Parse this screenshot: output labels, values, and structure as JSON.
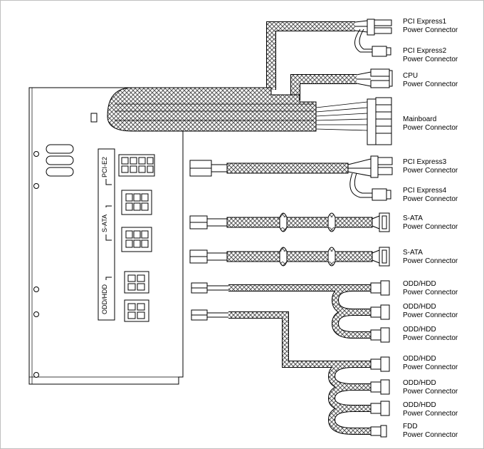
{
  "psu": {
    "modular_port_labels": [
      "PCI-E2",
      "S-ATA",
      "ODD/HDD"
    ]
  },
  "connectors": [
    {
      "id": "pcie1",
      "name": "PCI Express1",
      "kind": "Power Connector"
    },
    {
      "id": "pcie2",
      "name": "PCI Express2",
      "kind": "Power Connector"
    },
    {
      "id": "cpu",
      "name": "CPU",
      "kind": "Power Connector"
    },
    {
      "id": "mainboard",
      "name": "Mainboard",
      "kind": "Power Connector"
    },
    {
      "id": "pcie3",
      "name": "PCI Express3",
      "kind": "Power Connector"
    },
    {
      "id": "pcie4",
      "name": "PCI Express4",
      "kind": "Power Connector"
    },
    {
      "id": "sata1",
      "name": "S-ATA",
      "kind": "Power Connector"
    },
    {
      "id": "sata2",
      "name": "S-ATA",
      "kind": "Power Connector"
    },
    {
      "id": "odd1",
      "name": "ODD/HDD",
      "kind": "Power Connector"
    },
    {
      "id": "odd2",
      "name": "ODD/HDD",
      "kind": "Power Connector"
    },
    {
      "id": "odd3",
      "name": "ODD/HDD",
      "kind": "Power Connector"
    },
    {
      "id": "odd4",
      "name": "ODD/HDD",
      "kind": "Power Connector"
    },
    {
      "id": "odd5",
      "name": "ODD/HDD",
      "kind": "Power Connector"
    },
    {
      "id": "odd6",
      "name": "ODD/HDD",
      "kind": "Power Connector"
    },
    {
      "id": "fdd",
      "name": "FDD",
      "kind": "Power Connector"
    }
  ],
  "colors": {
    "line": "#000000",
    "mesh": "#555555",
    "background": "#ffffff"
  }
}
